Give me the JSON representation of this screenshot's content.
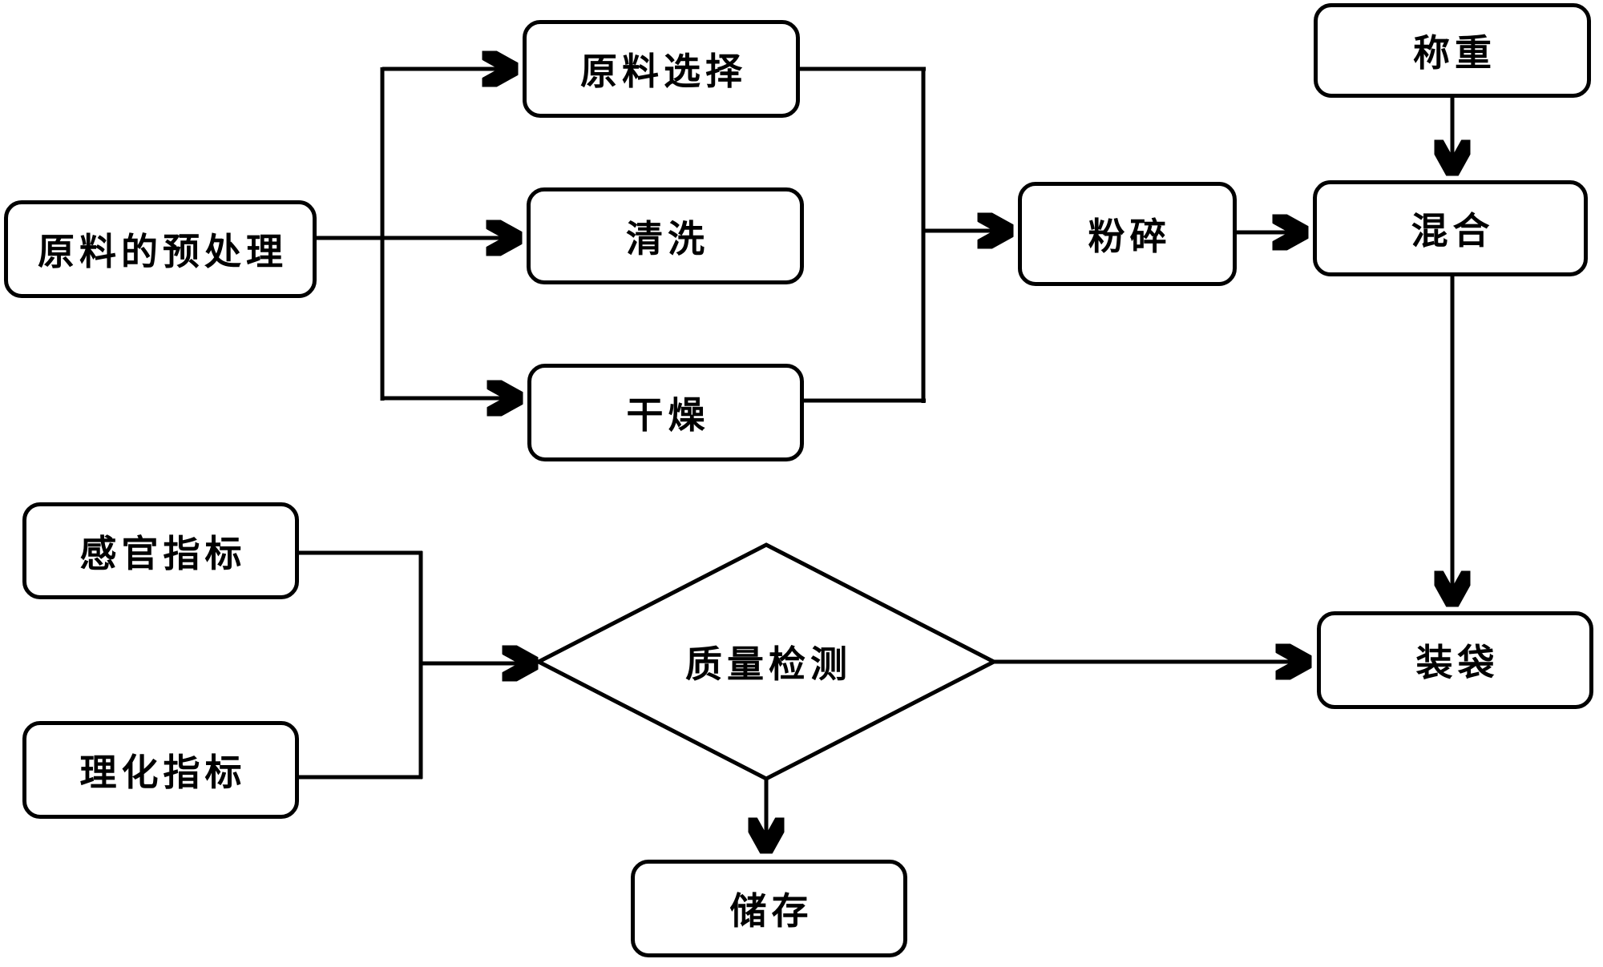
{
  "nodes": {
    "pretreatment": {
      "label": "原料的预处理"
    },
    "selection": {
      "label": "原料选择"
    },
    "cleaning": {
      "label": "清洗"
    },
    "drying": {
      "label": "干燥"
    },
    "crushing": {
      "label": "粉碎"
    },
    "weighing": {
      "label": "称重"
    },
    "mixing": {
      "label": "混合"
    },
    "bagging": {
      "label": "装袋"
    },
    "sensory": {
      "label": "感官指标"
    },
    "physchem": {
      "label": "理化指标"
    },
    "quality": {
      "label": "质量检测"
    },
    "storage": {
      "label": "储存"
    }
  },
  "edges": [
    {
      "from": "原料的预处理",
      "to": "原料选择"
    },
    {
      "from": "原料的预处理",
      "to": "清洗"
    },
    {
      "from": "原料的预处理",
      "to": "干燥"
    },
    {
      "from": "原料选择",
      "to": "粉碎"
    },
    {
      "from": "干燥",
      "to": "粉碎"
    },
    {
      "from": "粉碎",
      "to": "混合"
    },
    {
      "from": "称重",
      "to": "混合"
    },
    {
      "from": "混合",
      "to": "装袋"
    },
    {
      "from": "感官指标",
      "to": "质量检测"
    },
    {
      "from": "理化指标",
      "to": "质量检测"
    },
    {
      "from": "质量检测",
      "to": "装袋"
    },
    {
      "from": "质量检测",
      "to": "储存"
    }
  ],
  "node_shapes": {
    "quality": "diamond",
    "default": "rounded-rectangle"
  },
  "colors": {
    "line": "#000000",
    "node_fill": "#ffffff",
    "node_border": "#000000",
    "background": "#ffffff"
  }
}
